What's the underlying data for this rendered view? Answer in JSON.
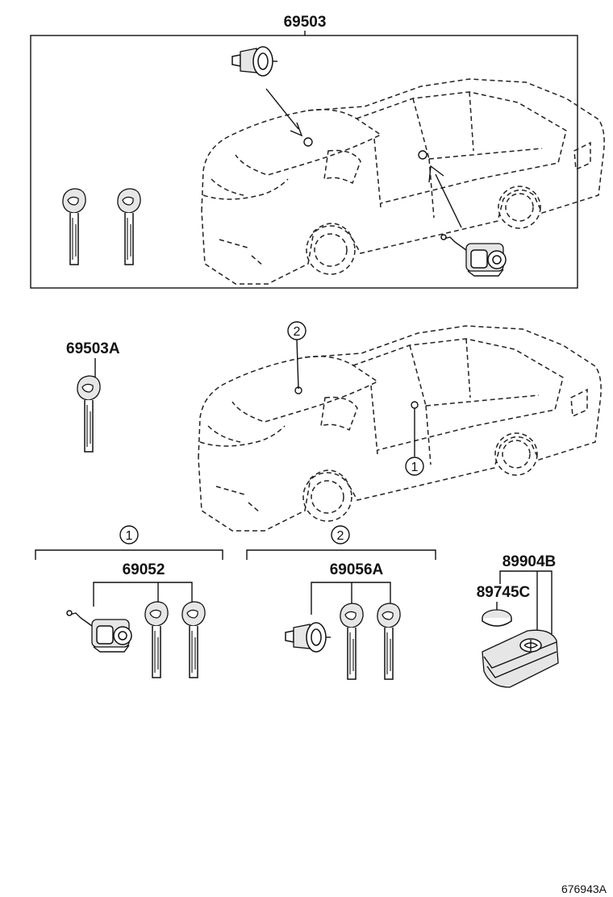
{
  "labels": {
    "p69503": "69503",
    "p69503A": "69503A",
    "p69052": "69052",
    "p69056A": "69056A",
    "p89904B": "89904B",
    "p89745C": "89745C",
    "callout_1": "1",
    "callout_2": "2",
    "diagram_code": "676943A"
  },
  "icons": [
    "door-lock-cylinder-icon",
    "ignition-lock-cylinder-icon",
    "key-icon",
    "key-fob-icon",
    "battery-icon",
    "car-outline-icon"
  ],
  "colors": {
    "line": "#111111",
    "background": "#ffffff"
  }
}
